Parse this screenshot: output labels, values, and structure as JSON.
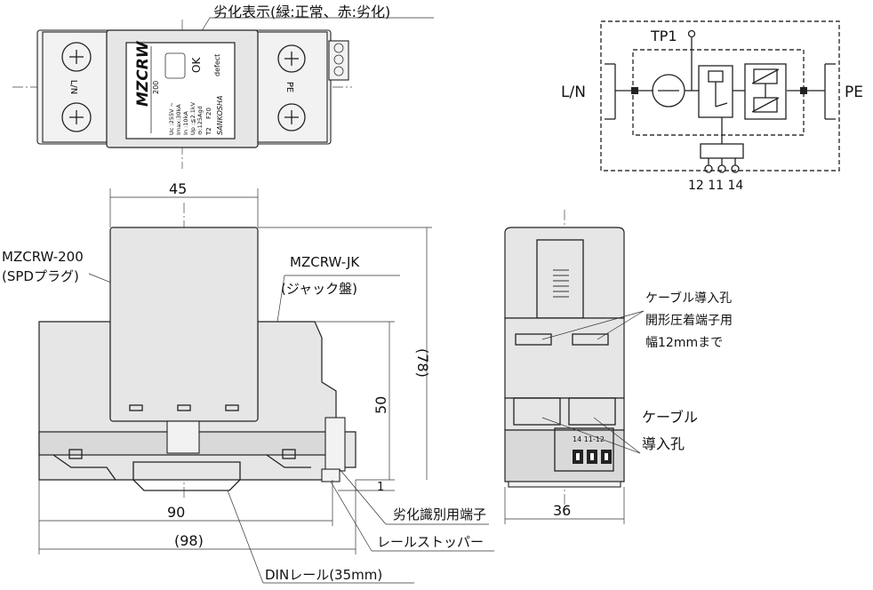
{
  "labels": {
    "degradation_indicator": "劣化表示(緑:正常、赤:劣化)",
    "plug_model": "MZCRW-200",
    "plug_desc": "(SPDプラグ)",
    "base_model": "MZCRW-JK",
    "base_desc": "(ジャック盤)",
    "cable_hole_1_line1": "ケーブル導入孔",
    "cable_hole_1_line2": "開形圧着端子用",
    "cable_hole_1_line3": "幅12mmまで",
    "cable_hole_2_line1": "ケーブル",
    "cable_hole_2_line2": "導入孔",
    "terminal_label": "劣化識別用端子",
    "rail_stopper": "レールストッパー",
    "din_rail": "DINレール(35mm)"
  },
  "dimensions": {
    "width_top": "45",
    "height_total": "(78)",
    "height_base": "50",
    "offset_small": "1",
    "width_90": "90",
    "width_98": "(98)",
    "depth_36": "36"
  },
  "top_view": {
    "terminal_left": "L/N",
    "terminal_right": "PE",
    "face_brand": "MZCRW",
    "face_model_no": "200",
    "face_ok": "OK",
    "face_defect": "defect",
    "face_spec_1": "Uc :255V ~",
    "face_spec_2": "Imax:30kA",
    "face_spec_3": "In :10kA",
    "face_spec_4": "Up :≦2.1kV",
    "face_spec_5": "⊖:125Agd",
    "face_mark": "T2",
    "face_mark2": "F20",
    "face_maker": "SANKOSHA"
  },
  "circuit": {
    "tp": "TP1",
    "left": "L/N",
    "right": "PE",
    "pins": "12 11 14"
  },
  "side_terminal": {
    "pins": "14 11-12"
  }
}
